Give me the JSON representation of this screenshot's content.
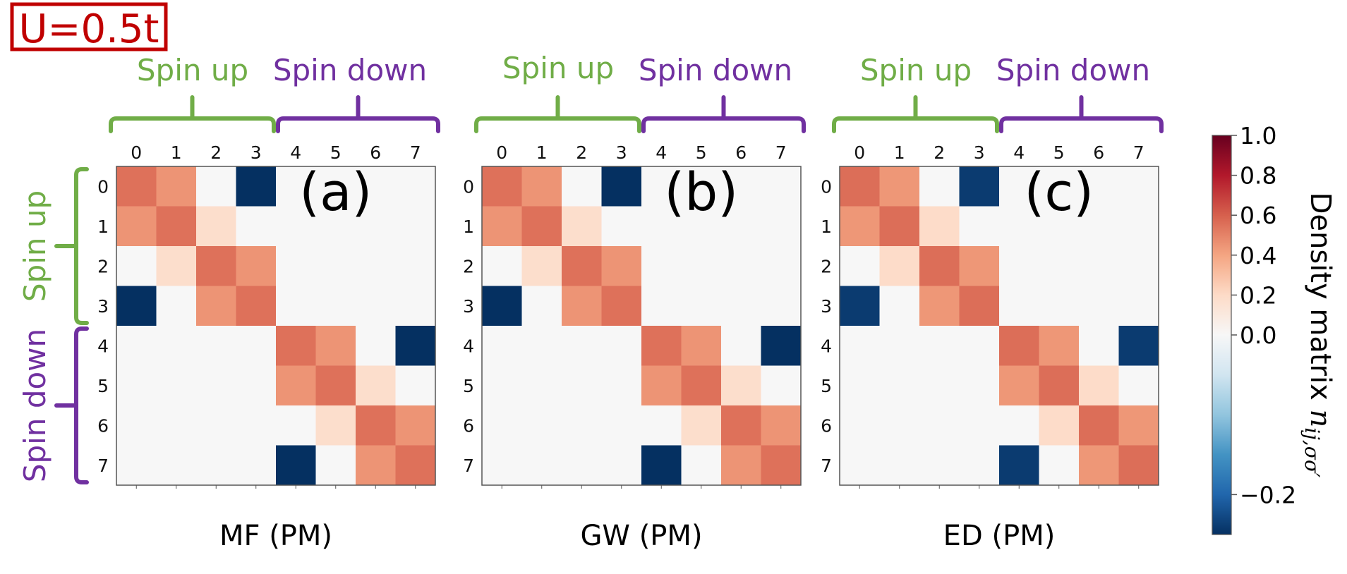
{
  "header_label": "U=0.5t",
  "group_labels": {
    "spin_up": "Spin up",
    "spin_down": "Spin down"
  },
  "colors": {
    "spin_up": "#70ad47",
    "spin_down": "#7030a0",
    "header_box": "#c00000",
    "frame": "#555555",
    "text": "#111111"
  },
  "chart_data": [
    {
      "type": "heatmap",
      "panel_label": "(a)",
      "xlabel": "MF (PM)",
      "x_ticks": [
        "0",
        "1",
        "2",
        "3",
        "4",
        "5",
        "6",
        "7"
      ],
      "y_ticks": [
        "0",
        "1",
        "2",
        "3",
        "4",
        "5",
        "6",
        "7"
      ],
      "values": [
        [
          0.55,
          0.45,
          0.0,
          -0.25,
          0,
          0,
          0,
          0
        ],
        [
          0.45,
          0.55,
          0.18,
          0.0,
          0,
          0,
          0,
          0
        ],
        [
          0.0,
          0.18,
          0.55,
          0.45,
          0,
          0,
          0,
          0
        ],
        [
          -0.25,
          0.0,
          0.45,
          0.55,
          0,
          0,
          0,
          0
        ],
        [
          0,
          0,
          0,
          0,
          0.55,
          0.45,
          0.0,
          -0.25
        ],
        [
          0,
          0,
          0,
          0,
          0.45,
          0.55,
          0.18,
          0.0
        ],
        [
          0,
          0,
          0,
          0,
          0.0,
          0.18,
          0.55,
          0.45
        ],
        [
          0,
          0,
          0,
          0,
          -0.25,
          0.0,
          0.45,
          0.55
        ]
      ]
    },
    {
      "type": "heatmap",
      "panel_label": "(b)",
      "xlabel": "GW (PM)",
      "x_ticks": [
        "0",
        "1",
        "2",
        "3",
        "4",
        "5",
        "6",
        "7"
      ],
      "y_ticks": [
        "0",
        "1",
        "2",
        "3",
        "4",
        "5",
        "6",
        "7"
      ],
      "values": [
        [
          0.55,
          0.45,
          0.0,
          -0.25,
          0,
          0,
          0,
          0
        ],
        [
          0.45,
          0.55,
          0.18,
          0.0,
          0,
          0,
          0,
          0
        ],
        [
          0.0,
          0.18,
          0.55,
          0.45,
          0,
          0,
          0,
          0
        ],
        [
          -0.25,
          0.0,
          0.45,
          0.55,
          0,
          0,
          0,
          0
        ],
        [
          0,
          0,
          0,
          0,
          0.55,
          0.45,
          0.0,
          -0.25
        ],
        [
          0,
          0,
          0,
          0,
          0.45,
          0.55,
          0.18,
          0.0
        ],
        [
          0,
          0,
          0,
          0,
          0.0,
          0.18,
          0.55,
          0.45
        ],
        [
          0,
          0,
          0,
          0,
          -0.25,
          0.0,
          0.45,
          0.55
        ]
      ]
    },
    {
      "type": "heatmap",
      "panel_label": "(c)",
      "xlabel": "ED (PM)",
      "x_ticks": [
        "0",
        "1",
        "2",
        "3",
        "4",
        "5",
        "6",
        "7"
      ],
      "y_ticks": [
        "0",
        "1",
        "2",
        "3",
        "4",
        "5",
        "6",
        "7"
      ],
      "values": [
        [
          0.56,
          0.44,
          0.0,
          -0.24,
          0,
          0,
          0,
          0
        ],
        [
          0.44,
          0.56,
          0.19,
          0.0,
          0,
          0,
          0,
          0
        ],
        [
          0.0,
          0.19,
          0.56,
          0.44,
          0,
          0,
          0,
          0
        ],
        [
          -0.24,
          0.0,
          0.44,
          0.56,
          0,
          0,
          0,
          0
        ],
        [
          0,
          0,
          0,
          0,
          0.56,
          0.44,
          0.0,
          -0.24
        ],
        [
          0,
          0,
          0,
          0,
          0.44,
          0.56,
          0.19,
          0.0
        ],
        [
          0,
          0,
          0,
          0,
          0.0,
          0.19,
          0.56,
          0.44
        ],
        [
          0,
          0,
          0,
          0,
          -0.24,
          0.0,
          0.44,
          0.56
        ]
      ]
    }
  ],
  "colorbar": {
    "label_text": "Density matrix ",
    "label_symbol": "n",
    "label_subscript": "ij,σσ′",
    "vmin": -0.25,
    "vmax": 1.0,
    "ticks": [
      {
        "value": 1.0,
        "label": "1.0"
      },
      {
        "value": 0.8,
        "label": "0.8"
      },
      {
        "value": 0.6,
        "label": "0.6"
      },
      {
        "value": 0.4,
        "label": "0.4"
      },
      {
        "value": 0.2,
        "label": "0.2"
      },
      {
        "value": 0.0,
        "label": "0.0"
      },
      {
        "value": -0.2,
        "label": "−0.2"
      }
    ],
    "colormap": "RdBu_r"
  }
}
